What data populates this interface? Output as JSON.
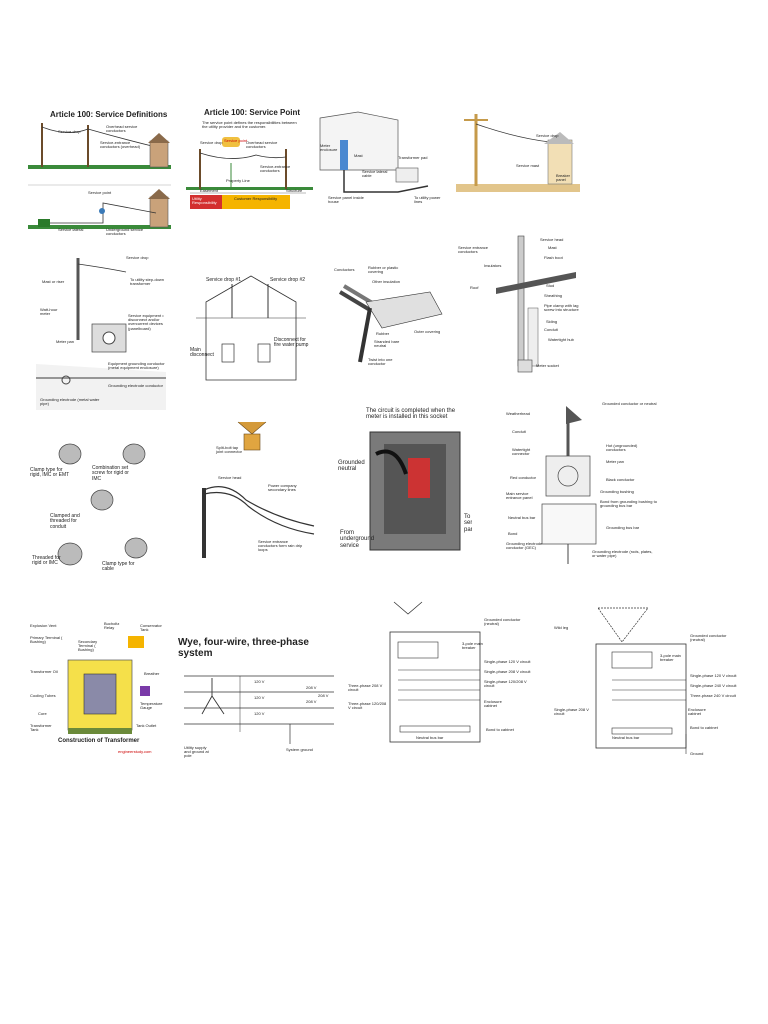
{
  "row1": {
    "p1": {
      "title": "Article 100: Service Definitions",
      "labels": [
        "Service drop",
        "Overhead service conductors",
        "Service-entrance conductors (overhead)",
        "Service point",
        "Service lateral",
        "Underground service conductors"
      ]
    },
    "p2": {
      "title": "Article 100: Service Point",
      "subtitle_red": "service point",
      "subtitle": "The service point defines the responsibilities between the utility provider and the customer.",
      "labels": [
        "Service drop",
        "Service point",
        "Overhead service conductors",
        "Service-entrance conductors",
        "Property Line",
        "Easement",
        "Structure",
        "Utility Responsibility",
        "Customer Responsibility"
      ]
    },
    "p3": {
      "labels": [
        "Meter enclosure",
        "Mast",
        "Transformer pad",
        "Service lateral cable",
        "Service panel inside house",
        "To utility power lines"
      ]
    },
    "p4": {
      "labels": [
        "Service drop",
        "Service mast",
        "Breaker panel"
      ]
    }
  },
  "row2": {
    "p5": {
      "labels": [
        "Service drop",
        "Mast or riser",
        "To utility step-down transformer",
        "Watt-hour meter",
        "Service equipment • disconnect and/or overcurrent devices (panelboard)",
        "Meter pan",
        "Equipment grounding conductor (metal equipment enclosure)",
        "Grounding electrode conductor",
        "Grounding electrode (metal water pipe)"
      ]
    },
    "p6": {
      "labels": [
        "Service drop #1",
        "Service drop #2",
        "Main disconnect",
        "Disconnect for fire water pump"
      ]
    },
    "p7": {
      "labels": [
        "Conductors",
        "Rubber or plastic covering",
        "Other insulation",
        "Rubber",
        "Stranded bare neutral",
        "Twist into one conductor",
        "Outer covering"
      ]
    },
    "p8": {
      "labels": [
        "Service head",
        "Service entrance conductors",
        "Mast",
        "Insulators",
        "Flash boot",
        "Roof",
        "Stud",
        "Sheathing",
        "Pipe clamp with lag screw into structure",
        "Siding",
        "Conduit",
        "Watertight hub",
        "Meter socket"
      ]
    }
  },
  "row3": {
    "p9": {
      "labels": [
        "Clamp type for rigid, IMC or EMT",
        "Combination set screw for rigid or IMC",
        "Clamped and threaded for conduit",
        "Threaded for rigid or IMC",
        "Clamp type for cable"
      ]
    },
    "p10": {
      "labels": [
        "Split-bolt tap joint connector",
        "Service head",
        "Power company secondary lines",
        "Service entrance conductors form rain drip loops"
      ]
    },
    "p11": {
      "labels": [
        "The circuit is completed when the meter is installed in this socket",
        "Grounded neutral",
        "From underground service",
        "To service panel"
      ]
    },
    "p12": {
      "labels": [
        "Weatherhead",
        "Grounded conductor or neutral",
        "Conduit",
        "Hot (ungrounded) conductors",
        "Watertight connector",
        "Meter pan",
        "Red conductor",
        "Black conductor",
        "Grounding bushing",
        "Main service entrance panel",
        "Bond from grounding bushing to grounding bus bar",
        "Neutral bus bar",
        "Grounding bus bar",
        "Bond",
        "Grounding electrode conductor (GEC)",
        "Grounding electrode (rods, plates, or water pipe)"
      ]
    }
  },
  "row4": {
    "p13": {
      "labels": [
        "Explosion Vent",
        "Bucholtz Relay",
        "Conservator Tank",
        "Primary Terminal ( Bushing)",
        "Secondary Terminal ( Bushing)",
        "Transformer Oil",
        "Breather",
        "Cooling Tubes",
        "Temperature Gauge",
        "Core",
        "Transformer Tank",
        "Tank Outlet"
      ],
      "caption": "Construction of Transformer",
      "brand": "engineerstudy.com"
    },
    "p14": {
      "title": "Wye, four-wire, three-phase system",
      "labels": [
        "120 V",
        "120 V",
        "120 V",
        "208 V",
        "208 V",
        "208 V",
        "Utility supply and ground at pole",
        "System ground"
      ]
    },
    "p15": {
      "labels": [
        "Grounded conductor (neutral)",
        "3-pole main breaker",
        "Single-phase 120 V circuit",
        "Single-phase 208 V circuit",
        "Single-phase 120/208 V circuit",
        "Three-phase 208 V circuit",
        "Three-phase 120/208 V circuit",
        "Enclosure cabinet",
        "Bond to cabinet",
        "Neutral bus bar"
      ]
    },
    "p16": {
      "labels": [
        "Wild leg",
        "Grounded conductor (neutral)",
        "3-pole main breaker",
        "Single-phase 120 V circuit",
        "Single-phase 240 V circuit",
        "Three-phase 240 V circuit",
        "Single-phase 208 V circuit",
        "Enclosure cabinet",
        "Bond to cabinet",
        "Neutral bus bar",
        "Ground"
      ]
    }
  }
}
